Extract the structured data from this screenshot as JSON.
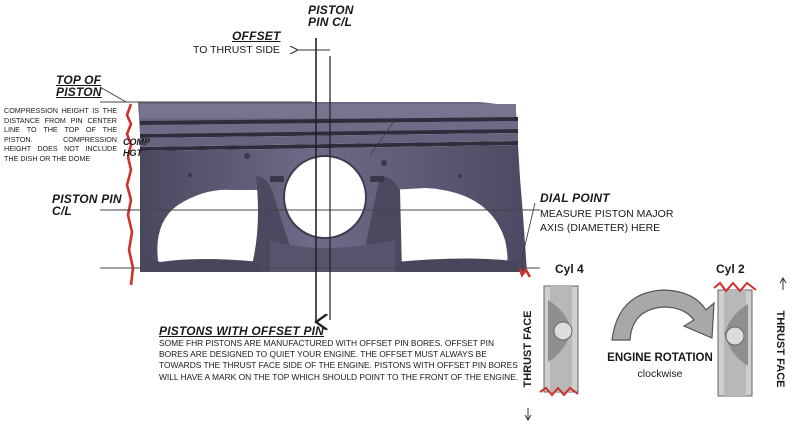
{
  "labels": {
    "piston_pin_cl": "PISTON PIN C/L",
    "offset_title": "OFFSET",
    "offset_sub": "TO THRUST SIDE",
    "top_of_piston": "TOP OF PISTON",
    "compression_note": "COMPRESSION HEIGHT IS THE DISTANCE FROM PIN CENTER LINE TO THE TOP OF THE PISTON. COMPRESSION HEIGHT DOES NOT INCLUDE THE DISH OR THE DOME",
    "comp_hgt": "COMP HGT",
    "piston_pin_cl_left": "PISTON PIN C/L",
    "dial_point_title": "DIAL POINT",
    "dial_point_body": "MEASURE PISTON MAJOR AXIS (DIAMETER) HERE",
    "cyl4": "Cyl 4",
    "cyl2": "Cyl 2",
    "engine_rotation": "ENGINE ROTATION",
    "clockwise": "clockwise",
    "thrust_face_left": "THRUST FACE",
    "thrust_face_right": "THRUST FACE",
    "offset_pin_title": "PISTONS WITH OFFSET PIN",
    "offset_pin_body": "SOME FHR PISTONS ARE MANUFACTURED WITH OFFSET PIN BORES. OFFSET PIN BORES ARE DESIGNED TO QUIET YOUR ENGINE. THE OFFSET MUST ALWAYS BE TOWARDS THE THRUST FACE SIDE OF THE ENGINE. PISTONS WITH OFFSET PIN BORES WILL HAVE A MARK ON THE TOP WHICH SHOULD POINT TO THE FRONT OF THE ENGINE."
  },
  "colors": {
    "piston_body": "#5f5c78",
    "piston_dark": "#3a374c",
    "piston_light": "#8a87a3",
    "marker_red": "#d0312a",
    "metal_grey": "#9a9a9a"
  }
}
